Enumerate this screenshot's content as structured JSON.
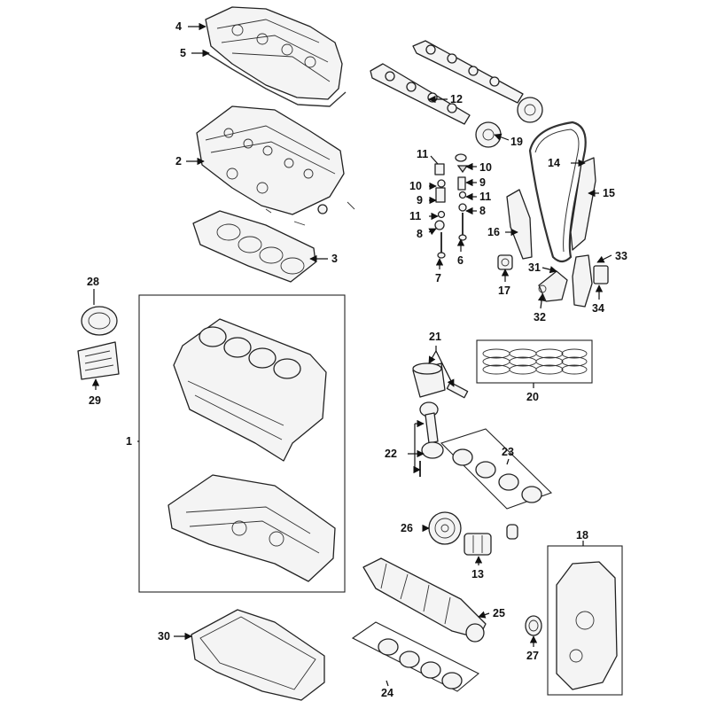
{
  "callouts": [
    {
      "id": "1",
      "label": "1"
    },
    {
      "id": "2",
      "label": "2"
    },
    {
      "id": "3",
      "label": "3"
    },
    {
      "id": "4",
      "label": "4"
    },
    {
      "id": "5",
      "label": "5"
    },
    {
      "id": "6",
      "label": "6"
    },
    {
      "id": "7",
      "label": "7"
    },
    {
      "id": "8a",
      "label": "8"
    },
    {
      "id": "8b",
      "label": "8"
    },
    {
      "id": "9a",
      "label": "9"
    },
    {
      "id": "9b",
      "label": "9"
    },
    {
      "id": "10a",
      "label": "10"
    },
    {
      "id": "10b",
      "label": "10"
    },
    {
      "id": "11a",
      "label": "11"
    },
    {
      "id": "11b",
      "label": "11"
    },
    {
      "id": "11c",
      "label": "11"
    },
    {
      "id": "12",
      "label": "12"
    },
    {
      "id": "13",
      "label": "13"
    },
    {
      "id": "14",
      "label": "14"
    },
    {
      "id": "15",
      "label": "15"
    },
    {
      "id": "16",
      "label": "16"
    },
    {
      "id": "17",
      "label": "17"
    },
    {
      "id": "18",
      "label": "18"
    },
    {
      "id": "19",
      "label": "19"
    },
    {
      "id": "20",
      "label": "20"
    },
    {
      "id": "21",
      "label": "21"
    },
    {
      "id": "22",
      "label": "22"
    },
    {
      "id": "23",
      "label": "23"
    },
    {
      "id": "24",
      "label": "24"
    },
    {
      "id": "25",
      "label": "25"
    },
    {
      "id": "26",
      "label": "26"
    },
    {
      "id": "27",
      "label": "27"
    },
    {
      "id": "28",
      "label": "28"
    },
    {
      "id": "29",
      "label": "29"
    },
    {
      "id": "30",
      "label": "30"
    },
    {
      "id": "31",
      "label": "31"
    },
    {
      "id": "32",
      "label": "32"
    },
    {
      "id": "33",
      "label": "33"
    },
    {
      "id": "34",
      "label": "34"
    }
  ]
}
